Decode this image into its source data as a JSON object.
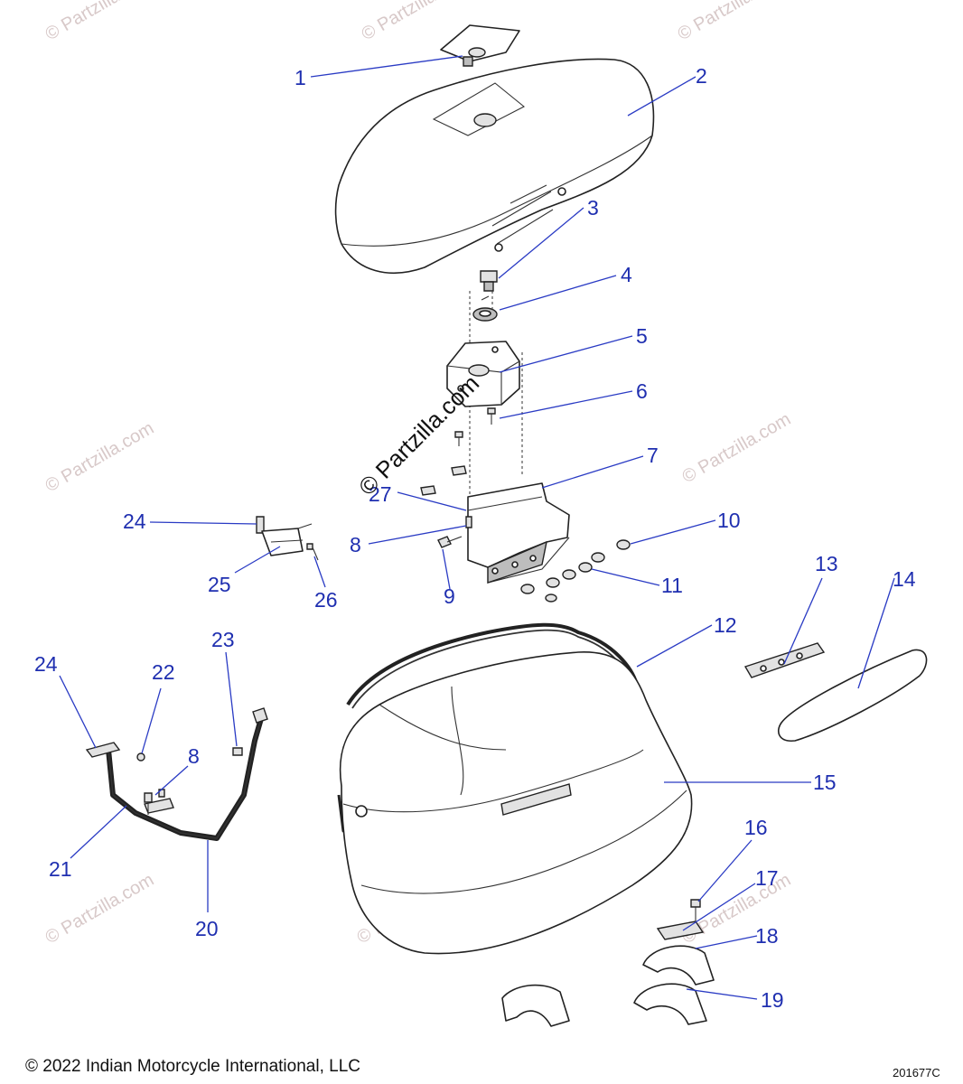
{
  "callouts": [
    "1",
    "2",
    "3",
    "4",
    "5",
    "6",
    "7",
    "8",
    "9",
    "10",
    "11",
    "12",
    "13",
    "14",
    "15",
    "16",
    "17",
    "18",
    "19",
    "20",
    "21",
    "22",
    "23",
    "24",
    "25",
    "26",
    "27"
  ],
  "watermark": {
    "main": "© Partzilla.com",
    "repeat": "© Partzilla.com"
  },
  "footer": {
    "copyright": "© 2022 Indian Motorcycle International, LLC",
    "drawing_number": "201677C"
  },
  "colors": {
    "callout": "#1f2fb0",
    "leader": "#2a3bc4",
    "watermark": "#d8c9c9"
  }
}
